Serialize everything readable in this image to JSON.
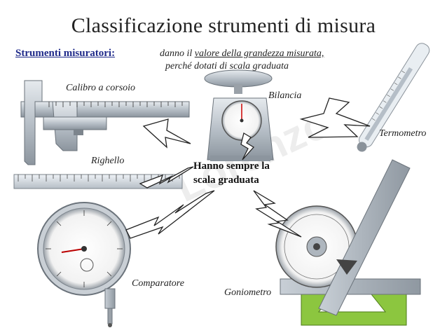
{
  "title": "Classificazione strumenti di misura",
  "subhead": "Strumenti misuratori:",
  "description": {
    "line1_prefix": "danno il ",
    "line1_underlined": "valore della grandezza misurata,",
    "line2": "perché dotati di scala graduata"
  },
  "center_text": {
    "line1": "Hanno sempre la",
    "line2": "scala graduata"
  },
  "instruments": {
    "calibro": "Calibro a corsoio",
    "bilancia": "Bilancia",
    "termometro": "Termometro",
    "righello": "Righello",
    "comparatore": "Comparatore",
    "goniometro": "Goniometro"
  },
  "colors": {
    "title": "#222222",
    "subhead": "#1f2a8a",
    "metal": "#b8c0c8",
    "green_base": "#8cc63f"
  }
}
